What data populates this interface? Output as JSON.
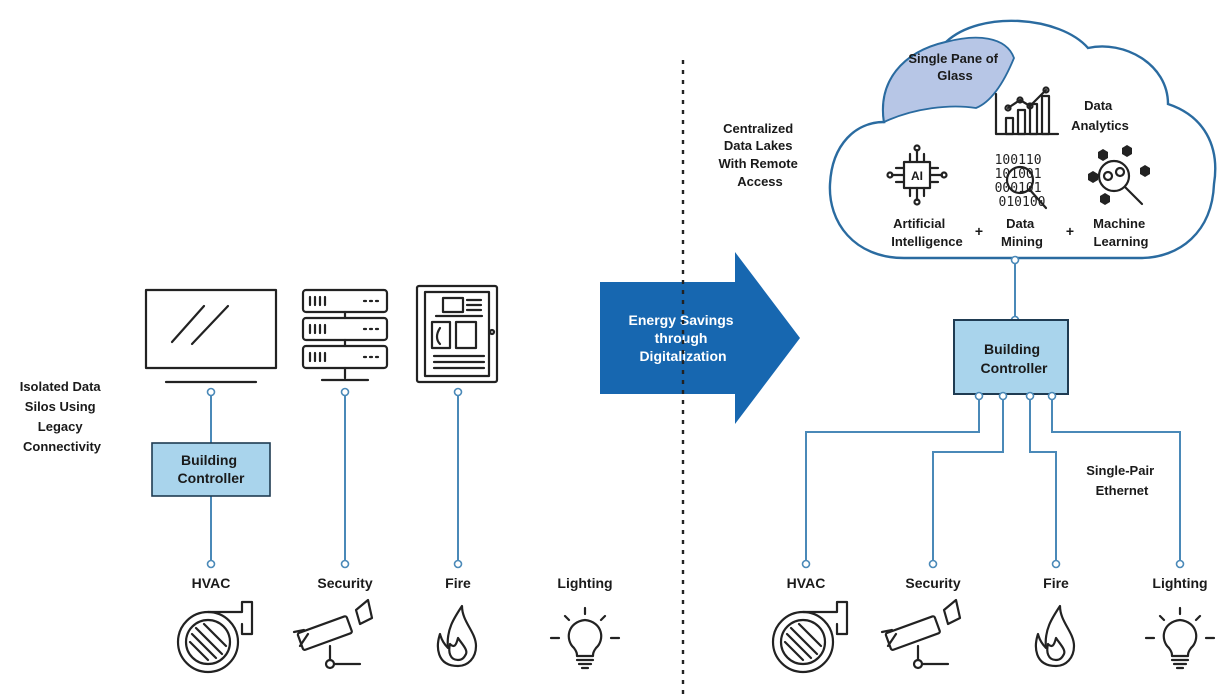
{
  "left": {
    "note": [
      "Isolated Data",
      "Silos Using",
      "Legacy",
      "Connectivity"
    ],
    "controller": [
      "Building",
      "Controller"
    ],
    "labels": {
      "hvac": "HVAC",
      "security": "Security",
      "fire": "Fire",
      "lighting": "Lighting"
    }
  },
  "arrow": [
    "Energy Savings",
    "through",
    "Digitalization"
  ],
  "right": {
    "note": [
      "Centralized",
      "Data Lakes",
      "With Remote",
      "Access"
    ],
    "cloud": {
      "pane": [
        "Single Pane of",
        "Glass"
      ],
      "analytics": [
        "Data",
        "Analytics"
      ],
      "ai_chip": "AI",
      "ai": [
        "Artificial",
        "Intelligence"
      ],
      "mining": [
        "Data",
        "Mining"
      ],
      "ml": [
        "Machine",
        "Learning"
      ],
      "plus": "+",
      "binary": [
        "100110",
        "101001",
        "000101",
        "010100"
      ]
    },
    "controller": [
      "Building",
      "Controller"
    ],
    "spe": [
      "Single-Pair",
      "Ethernet"
    ],
    "labels": {
      "hvac": "HVAC",
      "security": "Security",
      "fire": "Fire",
      "lighting": "Lighting"
    }
  },
  "colors": {
    "accent_blue": "#1767b0",
    "line_blue": "#4a89b8",
    "controller_fill": "#a9d4ec",
    "pane_fill": "#b7c6e6"
  },
  "icons": [
    "monitor-icon",
    "server-rack-icon",
    "fire-panel-icon",
    "hvac-fan-icon",
    "security-camera-icon",
    "flame-icon",
    "light-bulb-icon",
    "bar-chart-icon",
    "ai-chip-icon",
    "magnifier-icon",
    "machine-learning-icon"
  ]
}
